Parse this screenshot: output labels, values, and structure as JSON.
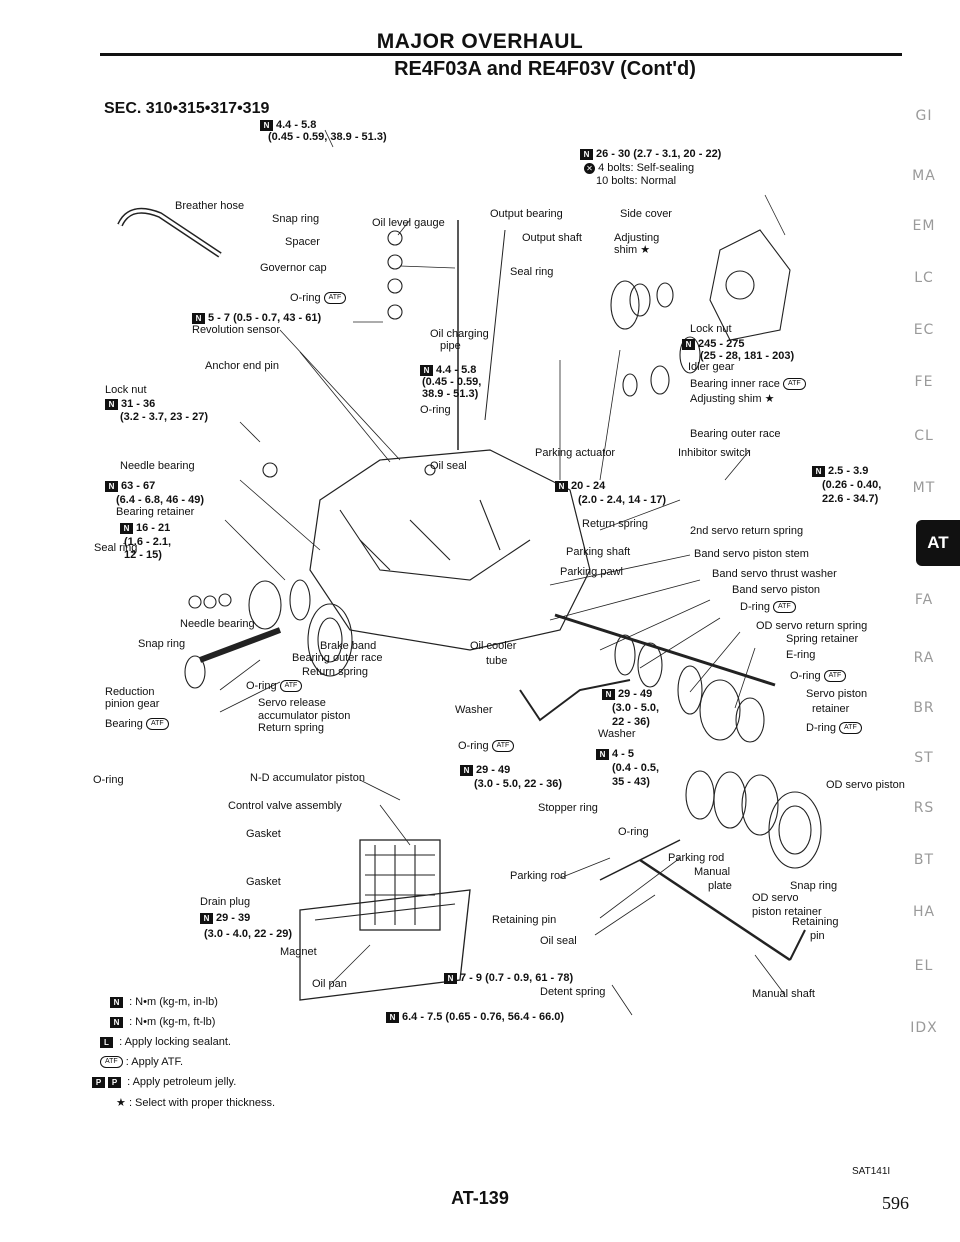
{
  "header": {
    "title": "MAJOR OVERHAUL",
    "subtitle": "RE4F03A and RE4F03V (Cont'd)"
  },
  "section": "SEC. 310•315•317•319",
  "side_tabs": [
    "GI",
    "MA",
    "EM",
    "LC",
    "EC",
    "FE",
    "CL",
    "MT",
    "AT",
    "FA",
    "RA",
    "BR",
    "ST",
    "RS",
    "BT",
    "HA",
    "EL",
    "IDX"
  ],
  "active_tab": "AT",
  "labels": {
    "t1": "4.4 - 5.8",
    "t1b": "(0.45 - 0.59, 38.9 - 51.3)",
    "t2": "26 - 30 (2.7 - 3.1, 20 - 22)",
    "bolts1": "4 bolts: Self-sealing",
    "bolts2": "10 bolts: Normal",
    "breather": "Breather hose",
    "snap_ring": "Snap ring",
    "oil_level": "Oil level gauge",
    "spacer": "Spacer",
    "gov_cap": "Governor cap",
    "oring1": "O-ring",
    "t3": "5 - 7 (0.5 - 0.7, 43 - 61)",
    "rev_sensor": "Revolution sensor",
    "anchor": "Anchor end pin",
    "lock_nut": "Lock nut",
    "t4": "31 - 36",
    "t4b": "(3.2 - 3.7, 23 - 27)",
    "output_bearing": "Output bearing",
    "side_cover": "Side cover",
    "output_shaft": "Output shaft",
    "adj_shim": "Adjusting",
    "adj_shim2": "shim",
    "seal_ring": "Seal ring",
    "lock_nut2": "Lock nut",
    "t5": "245 - 275",
    "t5b": "(25 - 28, 181 - 203)",
    "idler": "Idler gear",
    "bearing_inner": "Bearing inner race",
    "adj_shim3": "Adjusting shim",
    "bearing_outer": "Bearing outer race",
    "oil_charge": "Oil charging",
    "pipe": "pipe",
    "t6": "4.4 - 5.8",
    "t6b": "(0.45 - 0.59,",
    "t6c": "38.9 - 51.3)",
    "oring2": "O-ring",
    "needle_bearing": "Needle bearing",
    "t7": "63 - 67",
    "t7b": "(6.4 - 6.8, 46 - 49)",
    "bearing_retainer": "Bearing retainer",
    "t8": "16 - 21",
    "t8b": "(1.6 - 2.1,",
    "t8c": "12 - 15)",
    "seal_ring2": "Seal ring",
    "oil_seal": "Oil seal",
    "parking_act": "Parking actuator",
    "inhibitor": "Inhibitor switch",
    "t9": "2.5 - 3.9",
    "t9b": "(0.26 - 0.40,",
    "t9c": "22.6 - 34.7)",
    "t10": "20 - 24",
    "t10b": "(2.0 - 2.4, 14 - 17)",
    "return_spring": "Return spring",
    "spring2nd": "2nd servo return spring",
    "parking_shaft": "Parking shaft",
    "band_servo_stem": "Band servo piston stem",
    "parking_pawl": "Parking pawl",
    "band_washer": "Band servo thrust washer",
    "band_piston": "Band servo piston",
    "dring": "D-ring",
    "od_return": "OD servo return spring",
    "spring_ret": "Spring retainer",
    "ering": "E-ring",
    "needle2": "Needle bearing",
    "snap2": "Snap ring",
    "brake_band": "Brake band",
    "bearing_outer2": "Bearing outer race",
    "return_spring2": "Return spring",
    "oil_cooler": "Oil cooler",
    "tube": "tube",
    "reduction": "Reduction",
    "pinion": "pinion gear",
    "bearing": "Bearing",
    "oring3": "O-ring",
    "servo_release": "Servo release",
    "accum": "accumulator piston",
    "return_spring3": "Return spring",
    "washer": "Washer",
    "t11": "29 - 49",
    "t11b": "(3.0 - 5.0,",
    "t11c": "22 - 36)",
    "washer2": "Washer",
    "oring4": "O-ring",
    "servo_piston": "Servo piston",
    "retainer": "retainer",
    "dring2": "D-ring",
    "t12": "4 - 5",
    "t12b": "(0.4 - 0.5,",
    "t12c": "35 - 43)",
    "oring5": "O-ring",
    "nd_accum": "N-D accumulator piston",
    "t13": "29 - 49",
    "t13b": "(3.0 - 5.0, 22 - 36)",
    "od_servo": "OD servo piston",
    "control_valve": "Control valve assembly",
    "stopper": "Stopper ring",
    "gasket": "Gasket",
    "oring6": "O-ring",
    "parking_rod": "Parking rod",
    "manual_plate": "Manual",
    "plate": "plate",
    "gasket2": "Gasket",
    "drain": "Drain plug",
    "t14": "29 - 39",
    "t14b": "(3.0 - 4.0, 22 - 29)",
    "magnet": "Magnet",
    "ret_pin": "Retaining pin",
    "oil_seal2": "Oil seal",
    "snap3": "Snap ring",
    "od_servo2": "OD servo",
    "piston_ret": "piston retainer",
    "retaining": "Retaining",
    "pin": "pin",
    "oil_pan": "Oil pan",
    "t15": "7 - 9 (0.7 - 0.9, 61 - 78)",
    "detent": "Detent spring",
    "t16": "6.4 - 7.5 (0.65 - 0.76, 56.4 - 66.0)",
    "manual_shaft": "Manual shaft",
    "parking_rod_lbl": "Parking rod"
  },
  "legend": [
    ": N•m (kg-m, in-lb)",
    ": N•m (kg-m, ft-lb)",
    ": Apply locking sealant.",
    ": Apply ATF.",
    ": Apply petroleum jelly.",
    ": Select with proper thickness."
  ],
  "footer": {
    "code": "SAT141I",
    "page": "AT-139",
    "number": "596"
  }
}
